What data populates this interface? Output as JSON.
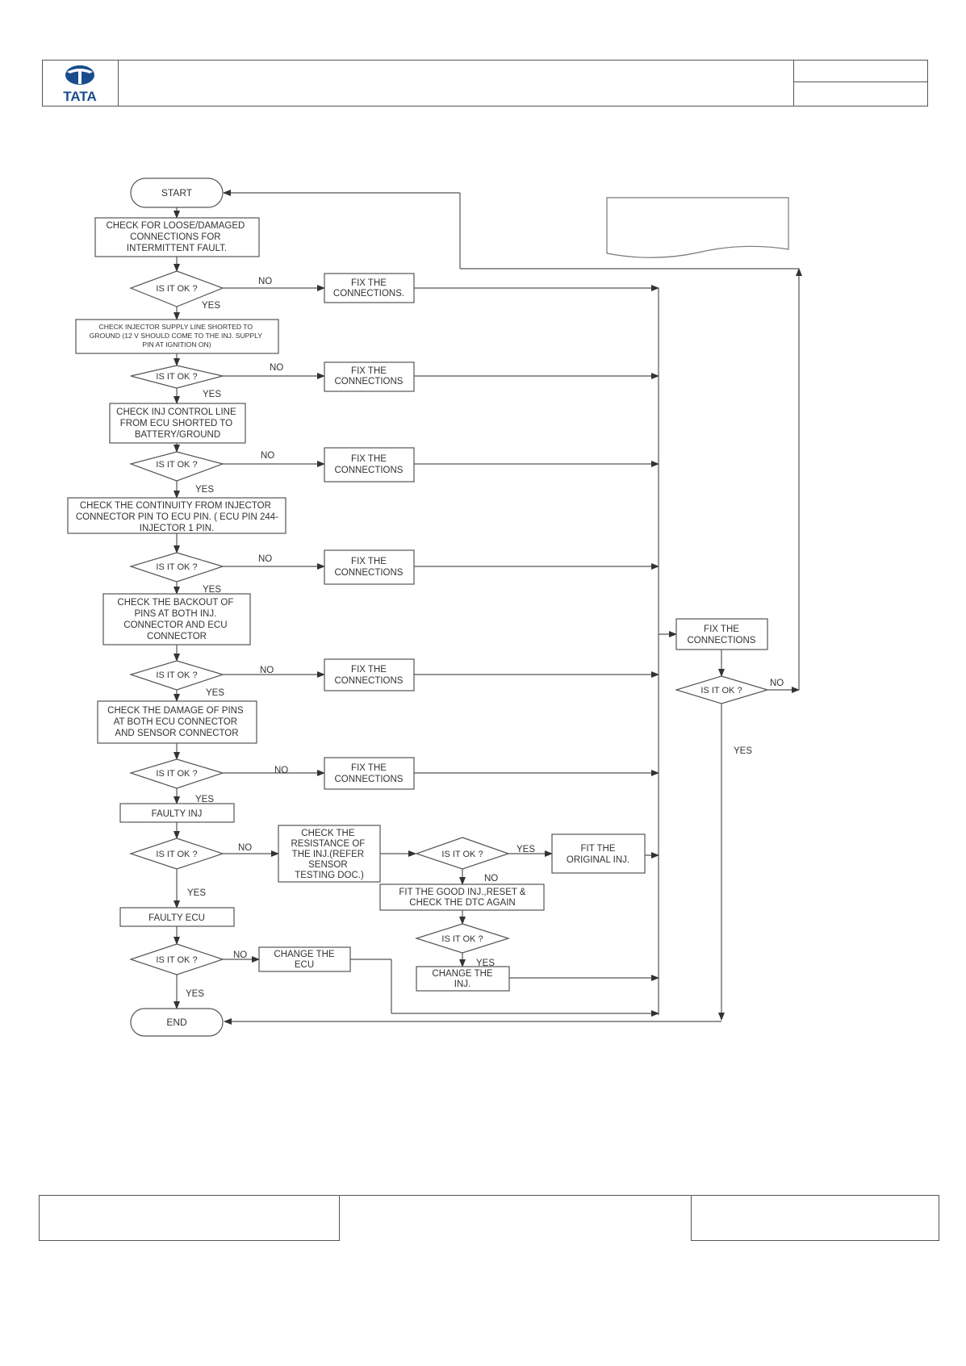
{
  "header": {
    "logo_text": "TATA"
  },
  "flowchart": {
    "start": "START",
    "end": "END",
    "steps": [
      [
        "CHECK FOR LOOSE/DAMAGED",
        "CONNECTIONS FOR",
        "INTERMITTENT FAULT."
      ],
      [
        "CHECK INJECTOR SUPPLY LINE SHORTED TO",
        "GROUND (12 V SHOULD COME TO THE INJ. SUPPLY",
        "PIN AT IGNITION ON)"
      ],
      [
        "CHECK INJ CONTROL LINE",
        "FROM ECU SHORTED TO",
        "BATTERY/GROUND"
      ],
      [
        "CHECK THE  CONTINUITY FROM INJECTOR",
        "CONNECTOR PIN TO ECU PIN. ( ECU PIN 244-",
        "INJECTOR 1 PIN."
      ],
      [
        "CHECK THE BACKOUT OF",
        "PINS AT BOTH INJ.",
        "CONNECTOR AND ECU",
        "CONNECTOR"
      ],
      [
        "CHECK THE DAMAGE OF PINS",
        "AT BOTH ECU CONNECTOR",
        "AND SENSOR CONNECTOR"
      ],
      [
        "FAULTY INJ"
      ],
      [
        "FAULTY ECU"
      ]
    ],
    "decision": "IS IT OK ?",
    "yes": "YES",
    "no": "NO",
    "fix_first": [
      "FIX THE",
      "CONNECTIONS."
    ],
    "fix": [
      "FIX THE",
      "CONNECTIONS"
    ],
    "check_resistance": [
      "CHECK THE",
      "RESISTANCE OF",
      "THE INJ.(REFER",
      "SENSOR",
      "TESTING DOC.)"
    ],
    "fit_original": [
      "FIT THE",
      "ORIGINAL INJ."
    ],
    "fit_good": [
      "FIT THE GOOD INJ.,RESET &",
      "CHECK THE DTC AGAIN"
    ],
    "change_inj": [
      "CHANGE THE",
      "INJ."
    ],
    "change_ecu": [
      "CHANGE THE",
      "ECU"
    ]
  }
}
